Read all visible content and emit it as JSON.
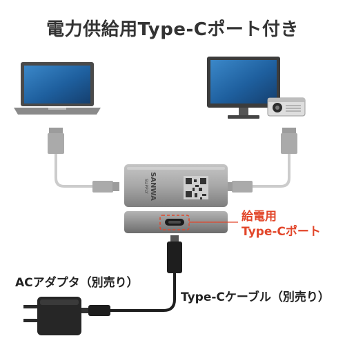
{
  "title": "電力供給用Type-Cポート付き",
  "labels": {
    "ac_adapter": "ACアダプタ（別売り）",
    "cable": "Type-Cケーブル（別売り）",
    "port_line1": "給電用",
    "port_line2": "Type-Cポート"
  },
  "device": {
    "brand_line1": "SANWA",
    "brand_line2": "SUPPLY"
  },
  "colors": {
    "accent": "#e2462a",
    "cable_gray": "#c8c8c8",
    "cable_black": "#1e1e1e",
    "device_silver": "#9a9a9a",
    "screen_blue": "#1e5f9e"
  }
}
